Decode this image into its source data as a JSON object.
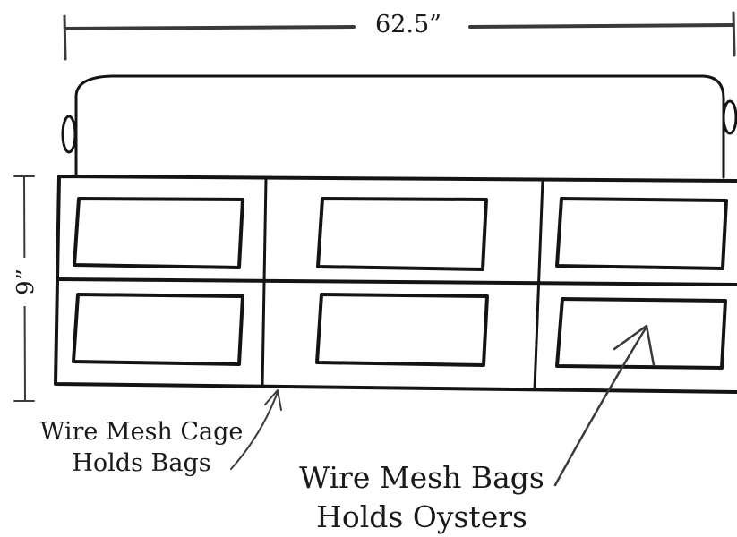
{
  "dimensions": {
    "width_label": "62.5”",
    "height_label": "9”"
  },
  "annotations": {
    "cage_label_line1": "Wire Mesh Cage",
    "cage_label_line2": "Holds Bags",
    "bags_label_line1": "Wire Mesh Bags",
    "bags_label_line2": "Holds Oysters"
  },
  "colors": {
    "ink": "#141414",
    "background": "#ffffff"
  }
}
